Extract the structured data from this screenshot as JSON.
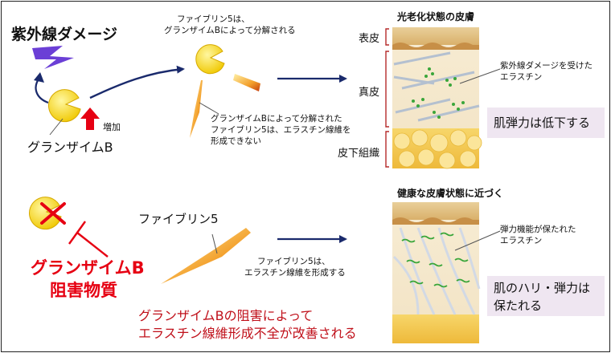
{
  "top": {
    "uv_title": "紫外線ダメージ",
    "increase": "増加",
    "granzyme_label": "グランザイムB",
    "fib_cleaved_1": "ファイブリン5は、",
    "fib_cleaved_2": "グランザイムBによって分解される",
    "fib_cannot_1": "グランザイムBによって分解された",
    "fib_cannot_2": "ファイブリン5は、エラスチン線維を",
    "fib_cannot_3": "形成できない",
    "skin_title": "光老化状態の皮膚",
    "layer_epidermis": "表皮",
    "layer_dermis": "真皮",
    "layer_subcutis": "皮下組織",
    "damaged_elastin_1": "紫外線ダメージを受けた",
    "damaged_elastin_2": "エラスチン",
    "result": "肌弾力は低下する"
  },
  "bottom": {
    "inhibitor_1": "グランザイムB",
    "inhibitor_2": "阻害物質",
    "fibulin_label": "ファイブリン5",
    "fib_forms_1": "ファイブリン5は、",
    "fib_forms_2": "エラスチン線維を形成する",
    "improve_1": "グランザイムBの阻害によって",
    "improve_2": "エラスチン線維形成不全が改善される",
    "skin_title": "健康な皮膚状態に近づく",
    "kept_elastin_1": "弾力機能が保たれた",
    "kept_elastin_2": "エラスチン",
    "result_1": "肌のハリ・弾力は",
    "result_2": "保たれる"
  },
  "colors": {
    "navy": "#1a2a6c",
    "red": "#e60012",
    "dark_red": "#c0101a",
    "pacman_yellow": "#f5d400",
    "uv_purple": "#6b3fd6",
    "callout_bg": "#efe6f1",
    "dotted_green": "#3aa63a"
  },
  "icons": [
    "lightning-icon",
    "pacman-enzyme-icon",
    "up-arrow-icon",
    "cycle-arrow-icon",
    "inhibit-x-icon",
    "t-bar-icon"
  ]
}
